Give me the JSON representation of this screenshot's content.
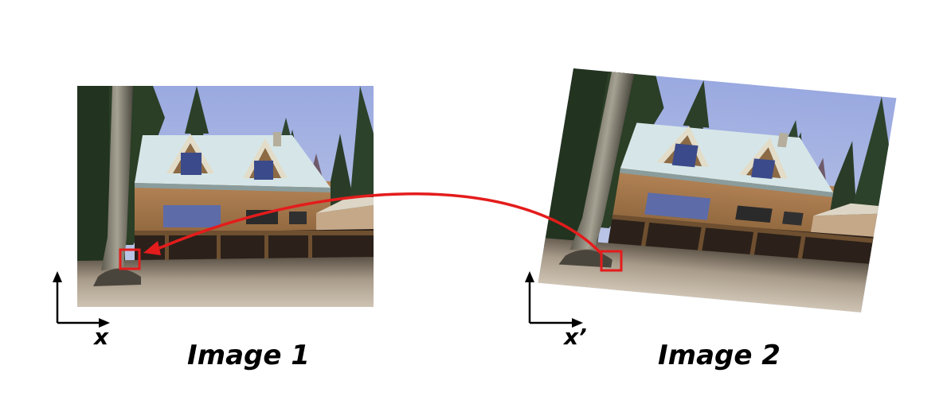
{
  "images": [
    {
      "caption": "Image 1",
      "axis_label": "x"
    },
    {
      "caption": "Image 2",
      "axis_label": "x’"
    }
  ],
  "photo_subject": "house-with-trees-photo",
  "colors": {
    "arrow": "#e41c1c",
    "marker": "#e41c1c",
    "axis": "#000000",
    "sky": "#aeb9e4",
    "roof": "#cfe0e2",
    "wood": "#a5774a",
    "deck_shadow": "#2b211a",
    "ground": "#bdb1a2",
    "tree_dark": "#1f2f1c",
    "trunk": "#8c8878"
  }
}
